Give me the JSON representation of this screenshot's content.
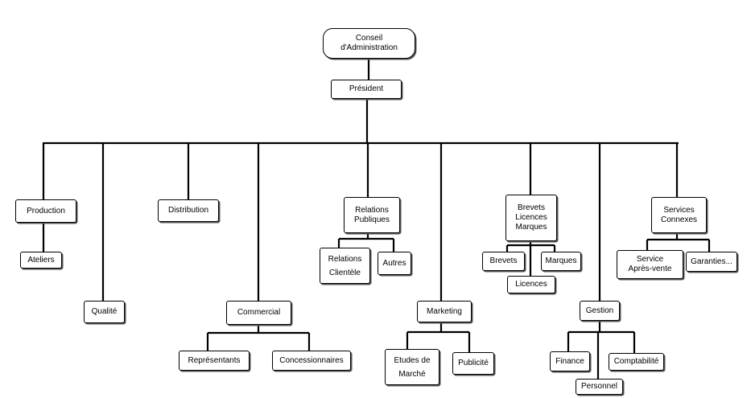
{
  "org_chart": {
    "root": "Conseil\nd'Administration",
    "president": "Président",
    "departments": {
      "production": "Production",
      "ateliers": "Ateliers",
      "qualite": "Qualité",
      "distribution": "Distribution",
      "commercial": "Commercial",
      "representants": "Représentants",
      "concessionnaires": "Concessionnaires",
      "relations_publiques": "Relations\nPubliques",
      "relations_clientele": "Relations\nClientèle",
      "autres": "Autres",
      "marketing": "Marketing",
      "etudes_de_marche": "Etudes de\nMarché",
      "publicite": "Publicité",
      "brevets_licences_marques": "Brevets\nLicences\nMarques",
      "brevets": "Brevets",
      "marques": "Marques",
      "licences": "Licences",
      "gestion": "Gestion",
      "finance": "Finance",
      "personnel": "Personnel",
      "comptabilite": "Comptabilité",
      "services_connexes": "Services\nConnexes",
      "service_apres_vente": "Service\nAprès-vente",
      "garanties": "Garanties..."
    }
  }
}
